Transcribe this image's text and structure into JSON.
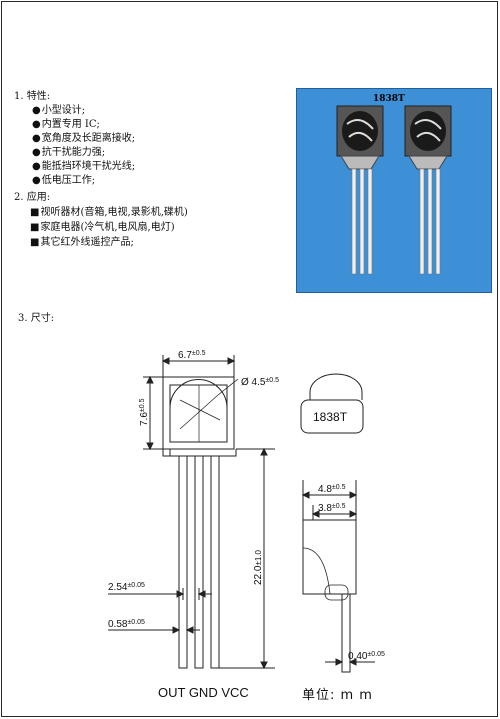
{
  "features": {
    "heading": "1. 特性:",
    "items": [
      "小型设计;",
      "内置专用 IC;",
      "宽角度及长距离接收;",
      "抗干扰能力强;",
      "能抵挡环境干扰光线;",
      "低电压工作;"
    ]
  },
  "applications": {
    "heading": "2. 应用:",
    "items": [
      "视听器材(音箱,电视,录影机,碟机)",
      "家庭电器(冷气机,电风扇,电灯)",
      "其它红外线遥控产品;"
    ]
  },
  "photo": {
    "label": "1838T"
  },
  "dimensions": {
    "heading": "3. 尺寸:",
    "width": "6.7",
    "width_tol": "±0.5",
    "diameter": "Ø 4.5",
    "diameter_tol": "±0.5",
    "height": "7.6",
    "height_tol": "±0.5",
    "lead_length": "22.0",
    "lead_length_tol": "±1.0",
    "pitch": "2.54",
    "pitch_tol": "±0.05",
    "lead_width": "0.58",
    "lead_width_tol": "±0.05",
    "depth": "4.8",
    "depth_tol": "±0.5",
    "body_depth": "3.8",
    "body_depth_tol": "±0.5",
    "lead_thickness": "0.40",
    "lead_thickness_tol": "±0.05",
    "marking": "1838T",
    "pins": "OUT GND VCC",
    "unit": "单位: m m"
  }
}
